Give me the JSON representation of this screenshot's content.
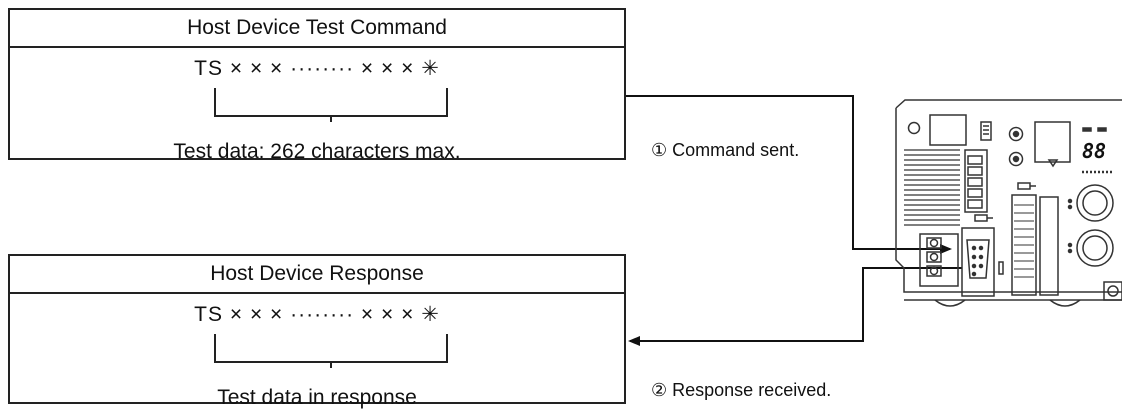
{
  "command_box": {
    "title": "Host Device Test Command",
    "sequence": "TS × × × ········ × × × ✳",
    "caption": "Test data: 262 characters max."
  },
  "response_box": {
    "title": "Host Device Response",
    "sequence": "TS × × × ········ × × × ✳",
    "caption": "Test data in response"
  },
  "steps": {
    "command_sent": "① Command sent.",
    "response_received": "② Response received."
  },
  "device": {
    "display_text": "88"
  }
}
